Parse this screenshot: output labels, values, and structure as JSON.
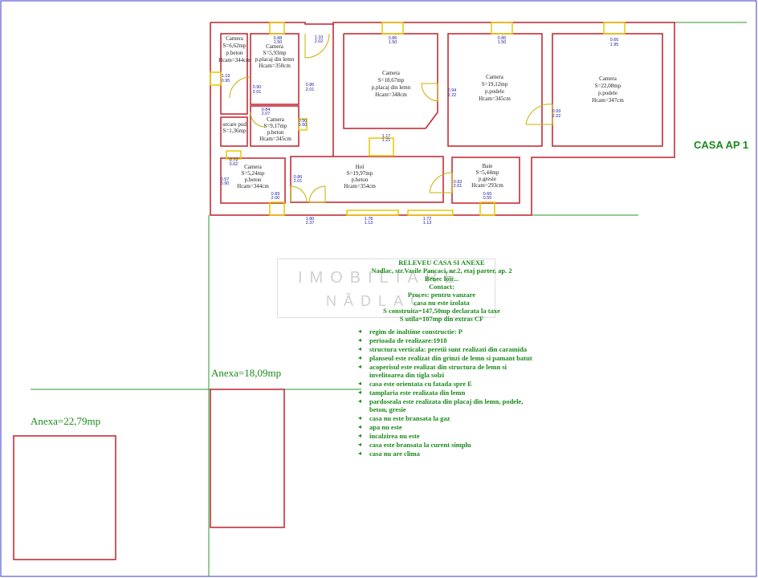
{
  "header": {
    "casa_label": "CASA AP 1"
  },
  "annexes": [
    {
      "label": "Anexa=18,09mp"
    },
    {
      "label": "Anexa=22,79mp"
    }
  ],
  "watermark": {
    "line1": "IMOBILIARE",
    "line2": "NĂDLAC"
  },
  "rooms": [
    {
      "id": "camera-small-tl",
      "lines": [
        "Camera",
        "S=6,62mp",
        "p.beton",
        "Hcam=344cm"
      ]
    },
    {
      "id": "camera-pardoseala",
      "lines": [
        "Camera",
        "S=5,93mp",
        "p.placaj din lemn",
        "Hcam=350cm"
      ]
    },
    {
      "id": "camera-big1",
      "lines": [
        "Camera",
        "S=18,67mp",
        "p.placaj din lemn",
        "Hcam=348cm"
      ]
    },
    {
      "id": "camera-big2",
      "lines": [
        "Camera",
        "S=19,12mp",
        "p.podele",
        "Hcam=345cm"
      ]
    },
    {
      "id": "camera-big3",
      "lines": [
        "Camera",
        "S=22,08mp",
        "p.podele",
        "Hcam=347cm"
      ]
    },
    {
      "id": "camera-mid",
      "lines": [
        "Camera",
        "S=9,17mp",
        "p.beton",
        "Hcam=345cm"
      ]
    },
    {
      "id": "cam-pod",
      "lines": [
        "urcare pod",
        "S=1,36mp"
      ]
    },
    {
      "id": "camera-bottom-left",
      "lines": [
        "Camera",
        "S=5,24mp",
        "p.beton",
        "Hcam=344cm"
      ]
    },
    {
      "id": "hol",
      "lines": [
        "Hol",
        "S=19,97mp",
        "p.beton",
        "Hcam=354cm"
      ]
    },
    {
      "id": "baie",
      "lines": [
        "Baie",
        "S=5,44mp",
        "p.gresie",
        "Hcam=293cm"
      ]
    }
  ],
  "dimensions": {
    "d1": [
      "0.88",
      "1.50"
    ],
    "d2": [
      "1.10",
      "2.02"
    ],
    "d3": [
      "0.86",
      "1.50"
    ],
    "d4": [
      "0.86",
      "1.50"
    ],
    "d5": [
      "0.66",
      "1.95"
    ],
    "d6": [
      "1.19",
      "0.95"
    ],
    "d7": [
      "0.90",
      "2.01"
    ],
    "d8": [
      "0.86",
      "2.01"
    ],
    "d9": [
      "0.84",
      "2.07"
    ],
    "d10": [
      "0.94",
      "2.22"
    ],
    "d11": [
      "0.93",
      "2.22"
    ],
    "d12": [
      "1.17",
      "1.21"
    ],
    "d13": [
      "0.50",
      "0.50"
    ],
    "d14": [
      "0.72",
      "0.62"
    ],
    "d15": [
      "0.57",
      "0.90"
    ],
    "d16": [
      "0.86",
      "2.01"
    ],
    "d17": [
      "0.93",
      "2.01"
    ],
    "d18": [
      "0.89",
      "2.00"
    ],
    "d19": [
      "0.60",
      "0.55"
    ],
    "d20": [
      "1.80",
      "2.37"
    ],
    "d21": [
      "1.78",
      "1.13"
    ],
    "d22": [
      "1.72",
      "1.13"
    ]
  },
  "notes": {
    "header": [
      "RELEVEU CASA SI ANEXE",
      "Nadlac, str.Vasile Pancaci, nr.2, etaj parter, ap. 2",
      "Benec loir...",
      "Contact:",
      "Proces: pentru vanzare",
      "casa nu este izolata",
      "S construita=147,50mp declarata la taxe",
      "S utila=107mp din extras CF"
    ],
    "items": [
      "regim de inaltime constructie: P",
      "perioada de realizare:1918",
      "structura verticala: peretii sunt realizati din caramida",
      "planseul este realizat din grinzi de lemn si pamant batut",
      "acoperisul este realizat din structura de lemn si invelitoarea din tigla solzi",
      "casa este orientata cu fatada spre E",
      "tamplaria este realizata din lemn",
      "pardoseala este realizata din placaj din lemn, podele, beton, gresie",
      "casa nu este bransata la gaz",
      "apa nu este",
      "incalzirea nu este",
      "casa este bransata la curent simplu",
      "casa nu are clima"
    ]
  }
}
